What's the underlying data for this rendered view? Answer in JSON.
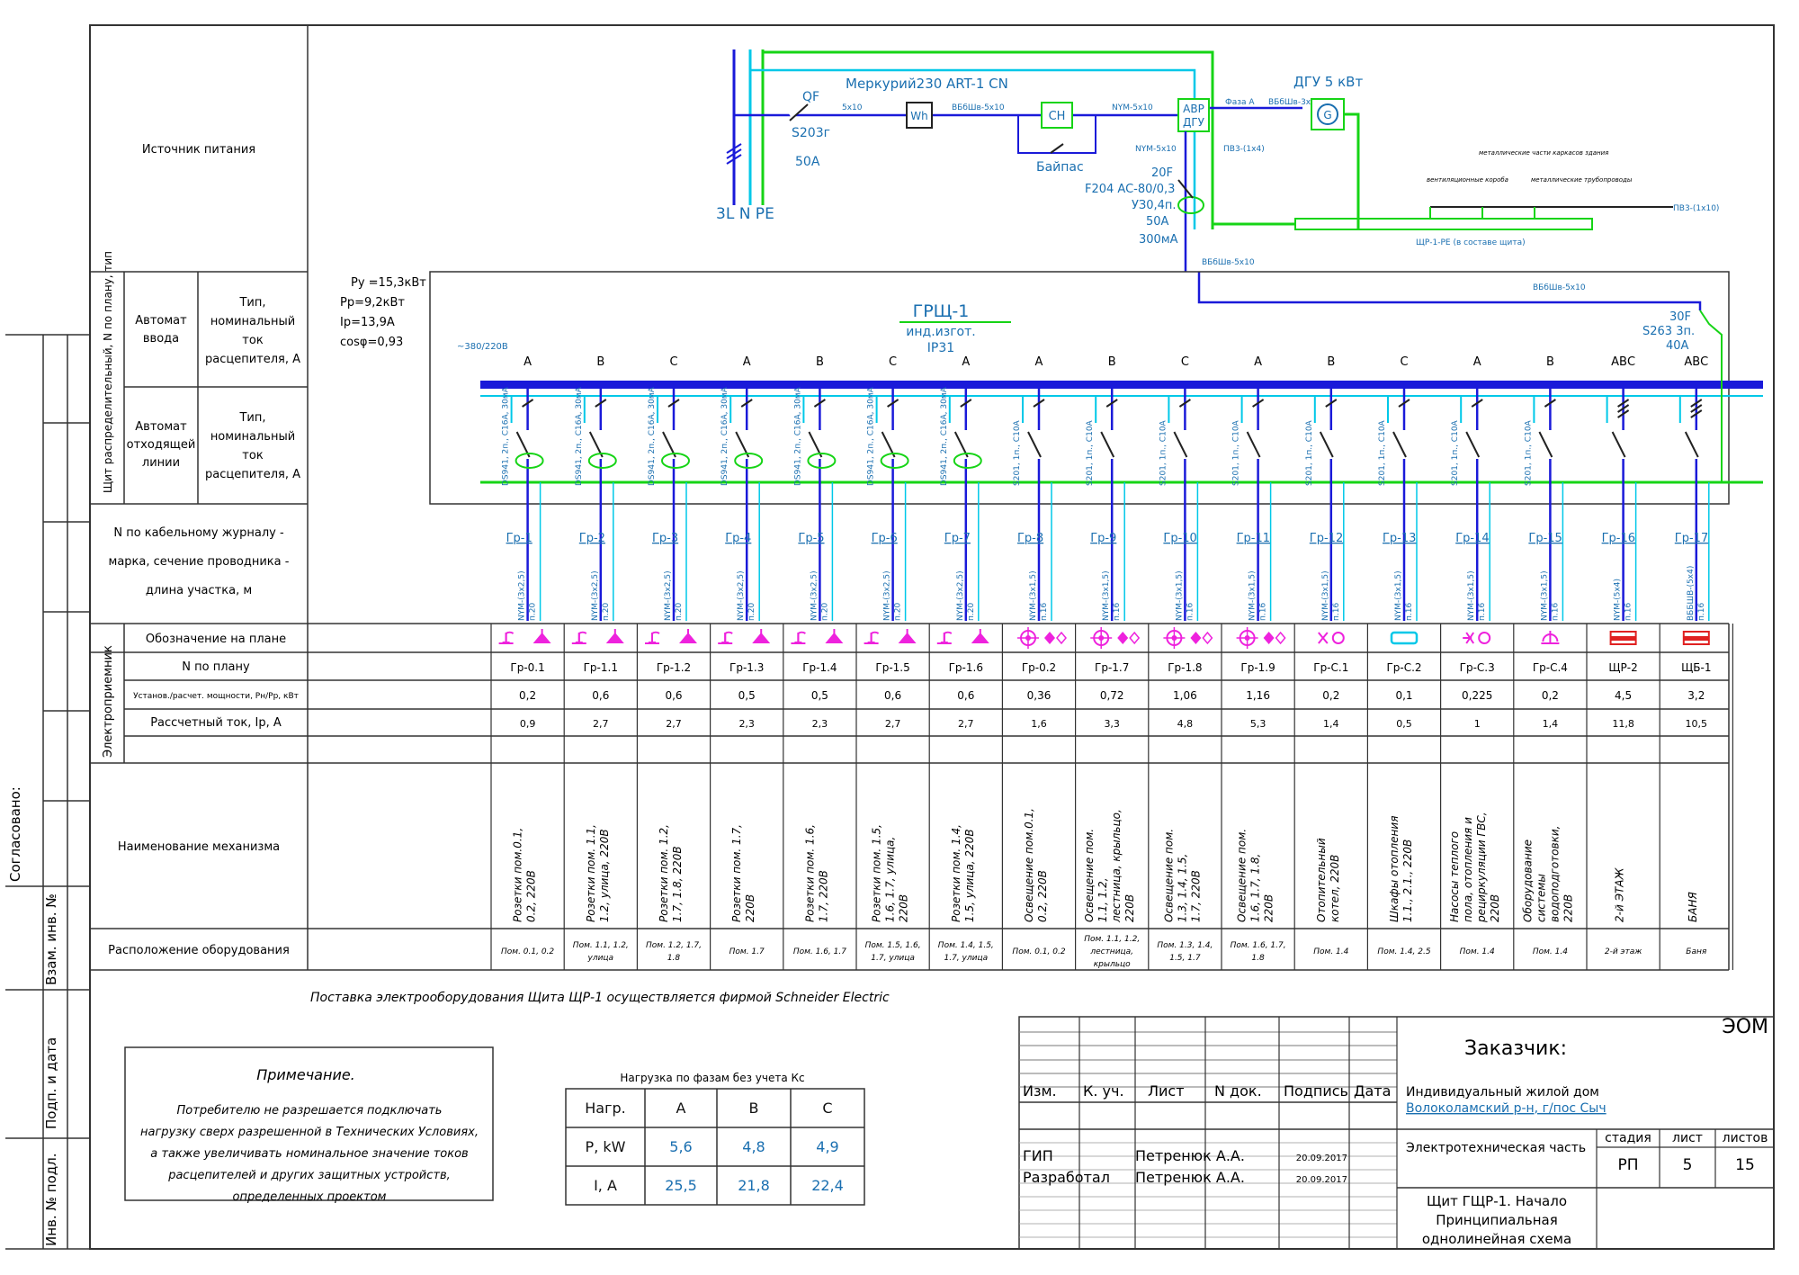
{
  "side_strip": {
    "agreed": "Согласовано:",
    "replace_inv": "Взам. инв. №",
    "sign_date": "Подп. и дата",
    "inv_original": "Инв. № подл."
  },
  "left_labels": {
    "source": "Источник питания",
    "panel_group": "Щит распределительный, N по плану, тип",
    "input_breaker": "Автомат ввода",
    "outgoing_breaker": "Автомат отходящей линии",
    "breaker_type_lines": [
      "Тип,",
      "номинальный",
      "ток",
      "расцепителя, А"
    ],
    "cable_lines": [
      "N по кабельному журналу -",
      "марка, сечение проводника -",
      "длина участка, м"
    ],
    "consumer_group": "Электроприемник",
    "plan_symbol": "Обозначение на плане",
    "plan_number": "N по плану",
    "power": "Установ./расчет. мощности, Рн/Рр, кВт",
    "current": "Рассчетный ток, Iр, А",
    "mechanism": "Наименование механизма",
    "location": "Расположение оборудования"
  },
  "load_summary": [
    "Ру =15,3кВт",
    "Рр=9,2кВт",
    "Iр=13,9А",
    "cosφ=0,93"
  ],
  "source_scheme": {
    "meter": "Меркурий230 ART-1 CN",
    "qf_lines": [
      "QF",
      "S203г",
      "50А"
    ],
    "phases_label": "3L  N PE",
    "wh": "Wh",
    "ch": "СН",
    "bypass": "Байпас",
    "avr": [
      "АВР",
      "ДГУ"
    ],
    "dgu": "ДГУ 5 кВт",
    "gen": "G",
    "rcd_lines": [
      "20F",
      "F204 AC-80/0,3",
      "УЗ0,4п.",
      "50А",
      "300мА"
    ],
    "cable_5x10a": "5х10",
    "cable_vvg": "ВБбШв-5х10",
    "cable_nym": "NYM-5х10",
    "cable_nym2": "NYM-5х10",
    "phase_a": "Фаза А",
    "cable_vvg3": "ВБбШв-3х4",
    "pv3": "ПВ3-(1х4)",
    "ground_bus": "ЩР-1-РЕ (в составе щита)",
    "metal_items": [
      "вентиляционные короба",
      "металлические части каркасов здания",
      "металлические трубопроводы"
    ],
    "pv3_2": "ПВ3-(1х10)",
    "vvg_down": "ВБбШв-5х10",
    "vvg_right": "ВБбШв-5х10"
  },
  "panel": {
    "title": "ГРЩ-1",
    "subtitle": "инд.изгот.",
    "ip": "IP31",
    "voltage": "~380/220В",
    "f30_lines": [
      "30F",
      "S263 3п.",
      "40А"
    ]
  },
  "groups": [
    {
      "phase": "А",
      "breaker": "DS941, 2п., C16А, 30мА",
      "group": "Гр-1",
      "cable": "NYM-(3х2,5)",
      "length": "п.20",
      "sym": "socket",
      "plan": "Гр-0.1",
      "power": "0,2",
      "current": "0,9",
      "name": "Розетки пом.0.1, 0.2, 220В",
      "loc": "Пом. 0.1, 0.2"
    },
    {
      "phase": "В",
      "breaker": "DS941, 2п., C16А, 30мА",
      "group": "Гр-2",
      "cable": "NYM-(3х2,5)",
      "length": "п.20",
      "sym": "socket",
      "plan": "Гр-1.1",
      "power": "0,6",
      "current": "2,7",
      "name": "Розетки пом. 1.1, 1.2, улица, 220В",
      "loc": "Пом. 1.1, 1.2, улица"
    },
    {
      "phase": "С",
      "breaker": "DS941, 2п., C16А, 30мА",
      "group": "Гр-3",
      "cable": "NYM-(3х2,5)",
      "length": "п.20",
      "sym": "socket",
      "plan": "Гр-1.2",
      "power": "0,6",
      "current": "2,7",
      "name": "Розетки пом. 1.2, 1.7, 1.8, 220В",
      "loc": "Пом. 1.2, 1.7, 1.8"
    },
    {
      "phase": "А",
      "breaker": "DS941, 2п., C16А, 30мА",
      "group": "Гр-4",
      "cable": "NYM-(3х2,5)",
      "length": "п.20",
      "sym": "socket",
      "plan": "Гр-1.3",
      "power": "0,5",
      "current": "2,3",
      "name": "Розетки пом. 1.7, 220В",
      "loc": "Пом. 1.7"
    },
    {
      "phase": "В",
      "breaker": "DS941, 2п., C16А, 30мА",
      "group": "Гр-5",
      "cable": "NYM-(3х2,5)",
      "length": "п.20",
      "sym": "socket",
      "plan": "Гр-1.4",
      "power": "0,5",
      "current": "2,3",
      "name": "Розетки пом. 1.6, 1.7, 220В",
      "loc": "Пом. 1.6, 1.7"
    },
    {
      "phase": "С",
      "breaker": "DS941, 2п., C16А, 30мА",
      "group": "Гр-6",
      "cable": "NYM-(3х2,5)",
      "length": "п.20",
      "sym": "socket",
      "plan": "Гр-1.5",
      "power": "0,6",
      "current": "2,7",
      "name": "Розетки пом. 1.5, 1.6, 1.7, улица, 220В",
      "loc": "Пом. 1.5, 1.6, 1.7, улица"
    },
    {
      "phase": "А",
      "breaker": "DS941, 2п., C16А, 30мА",
      "group": "Гр-7",
      "cable": "NYM-(3х2,5)",
      "length": "п.20",
      "sym": "socket",
      "plan": "Гр-1.6",
      "power": "0,6",
      "current": "2,7",
      "name": "Розетки пом. 1.4, 1.5, улица, 220В",
      "loc": "Пом. 1.4, 1.5, 1.7, улица"
    },
    {
      "phase": "А",
      "breaker": "S201, 1п., C10А",
      "group": "Гр-8",
      "cable": "NYM-(3х1,5)",
      "length": "п.16",
      "sym": "light",
      "plan": "Гр-0.2",
      "power": "0,36",
      "current": "1,6",
      "name": "Освещение пом.0.1, 0.2, 220В",
      "loc": "Пом. 0.1, 0.2"
    },
    {
      "phase": "В",
      "breaker": "S201, 1п., C10А",
      "group": "Гр-9",
      "cable": "NYM-(3х1,5)",
      "length": "п.16",
      "sym": "light",
      "plan": "Гр-1.7",
      "power": "0,72",
      "current": "3,3",
      "name": "Освещение пом. 1.1, 1.2, лестница, крыльцо, 220В",
      "loc": "Пом. 1.1, 1.2, лестница, крыльцо"
    },
    {
      "phase": "С",
      "breaker": "S201, 1п., C10А",
      "group": "Гр-10",
      "cable": "NYM-(3х1,5)",
      "length": "п.16",
      "sym": "light",
      "plan": "Гр-1.8",
      "power": "1,06",
      "current": "4,8",
      "name": "Освещение пом. 1.3, 1.4, 1.5, 1.7, 220В",
      "loc": "Пом. 1.3, 1.4, 1.5, 1.7"
    },
    {
      "phase": "А",
      "breaker": "S201, 1п., C10А",
      "group": "Гр-11",
      "cable": "NYM-(3х1,5)",
      "length": "п.16",
      "sym": "light",
      "plan": "Гр-1.9",
      "power": "1,16",
      "current": "5,3",
      "name": "Освещение пом. 1.6, 1.7, 1.8, 220В",
      "loc": "Пом. 1.6, 1.7, 1.8"
    },
    {
      "phase": "В",
      "breaker": "S201, 1п., C10А",
      "group": "Гр-12",
      "cable": "NYM-(3х1,5)",
      "length": "п.16",
      "sym": "boiler",
      "plan": "Гр-С.1",
      "power": "0,2",
      "current": "1,4",
      "name": "Отопительный котел, 220В",
      "loc": "Пом. 1.4"
    },
    {
      "phase": "С",
      "breaker": "S201, 1п., C10А",
      "group": "Гр-13",
      "cable": "NYM-(3х1,5)",
      "length": "п.16",
      "sym": "cabinet",
      "plan": "Гр-С.2",
      "power": "0,1",
      "current": "0,5",
      "name": "Шкафы отопления 1.1., 2.1., 220В",
      "loc": "Пом. 1.4, 2.5"
    },
    {
      "phase": "А",
      "breaker": "S201, 1п., C10А",
      "group": "Гр-14",
      "cable": "NYM-(3х1,5)",
      "length": "п.16",
      "sym": "pump",
      "plan": "Гр-С.3",
      "power": "0,225",
      "current": "1",
      "name": "Насосы теплого пола, отопления и рециркуляции ГВС, 220В",
      "loc": "Пом. 1.4"
    },
    {
      "phase": "В",
      "breaker": "S201, 1п., C10А",
      "group": "Гр-15",
      "cable": "NYM-(3х1,5)",
      "length": "п.16",
      "sym": "socket1",
      "plan": "Гр-С.4",
      "power": "0,2",
      "current": "1,4",
      "name": "Оборудование системы водоподготовки, 220В",
      "loc": "Пом. 1.4"
    },
    {
      "phase": "АВС",
      "breaker": "",
      "group": "Гр-16",
      "cable": "NYM-(5х4)",
      "length": "п.16",
      "sym": "board",
      "plan": "ЩР-2",
      "power": "4,5",
      "current": "11,8",
      "name": "2-й ЭТАЖ",
      "loc": "2-й этаж"
    },
    {
      "phase": "АВС",
      "breaker": "",
      "group": "Гр-17",
      "cable": "ВББШВ-(5х4)",
      "length": "п.16",
      "sym": "board",
      "plan": "ЩБ-1",
      "power": "3,2",
      "current": "10,5",
      "name": "БАНЯ",
      "loc": "Баня"
    }
  ],
  "supply_note": "Поставка электрооборудования Щита ЩР-1 осуществляется фирмой Schneider Electric",
  "note": {
    "title": "Примечание.",
    "lines": [
      "Потребителю не разрешается подключать",
      "нагрузку сверх разрешенной в Технических Условиях,",
      "а также увеличивать номинальное значение токов",
      "расцепителей и других защитных устройств,",
      "определенных проектом"
    ]
  },
  "phase_load": {
    "title": "Нагрузка по фазам без учета Кс",
    "header": [
      "Нагр.",
      "A",
      "B",
      "C"
    ],
    "rows": [
      [
        "P, kW",
        "5,6",
        "4,8",
        "4,9"
      ],
      [
        "I, A",
        "25,5",
        "21,8",
        "22,4"
      ]
    ]
  },
  "title_block": {
    "code": "ЭОМ",
    "customer_label": "Заказчик:",
    "headers": [
      "Изм.",
      "К. уч.",
      "Лист",
      "N док.",
      "Подпись",
      "Дата"
    ],
    "project_line1": "Индивидуальный жилой дом",
    "project_line2": "Волоколамский р-н, г/пос Сыч",
    "section": "Электротехническая часть",
    "stage_headers": [
      "стадия",
      "лист",
      "листов"
    ],
    "stage_values": [
      "РП",
      "5",
      "15"
    ],
    "people": [
      {
        "role": "ГИП",
        "name": "Петренюк А.А.",
        "date": "20.09.2017"
      },
      {
        "role": "Разработал",
        "name": "Петренюк А.А.",
        "date": "20.09.2017"
      }
    ],
    "sheet_title": [
      "Щит ГЩР-1. Начало",
      "Принципиальная",
      "однолинейная схема"
    ]
  },
  "colors": {
    "bus": "#1a1ad9",
    "green": "#16d416",
    "cyan": "#00c8e8",
    "line": "#222222",
    "pink": "#ee22dd",
    "red": "#e02020",
    "teal": "#1a6fb0"
  }
}
